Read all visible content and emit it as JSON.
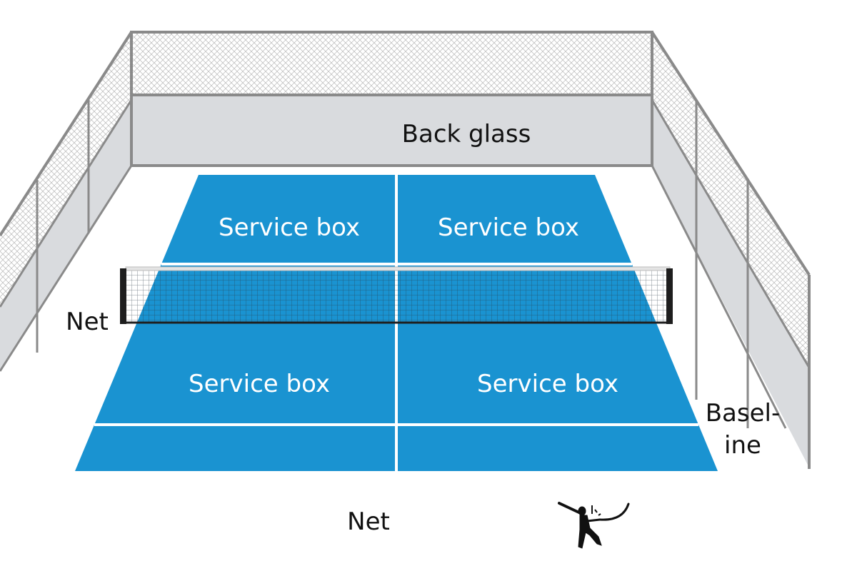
{
  "labels": {
    "back_glass": "Back glass",
    "service_box_top_left": "Service box",
    "service_box_top_right": "Service box",
    "service_box_bottom_left": "Service box",
    "service_box_bottom_right": "Service box",
    "net_side": "Net",
    "baseline_line1": "Basel-",
    "baseline_line2": "ine",
    "net_bottom": "Net"
  },
  "colors": {
    "court": "#1a93d1",
    "glass": "#d9dbde",
    "frame": "#8a8a8a",
    "lines": "#ffffff",
    "net_post": "#1e1e1e"
  },
  "icons": [
    "padel-player-silhouette-icon"
  ]
}
